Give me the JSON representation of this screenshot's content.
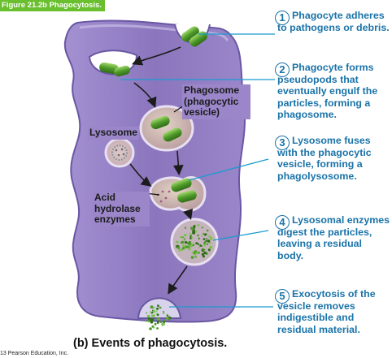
{
  "figure_label": "Figure 21.2b  Phagocytosis.",
  "steps": [
    {
      "num": "1",
      "text": "Phagocyte adheres to pathogens or debris."
    },
    {
      "num": "2",
      "text": "Phagocyte forms pseudopods that eventually engulf the particles, forming a phagosome."
    },
    {
      "num": "3",
      "text": "Lysosome fuses with the phagocytic vesicle, forming a phagolysosome."
    },
    {
      "num": "4",
      "text": "Lysosomal enzymes digest the particles, leaving a residual body."
    },
    {
      "num": "5",
      "text": "Exocytosis of the vesicle removes indigestible and residual material."
    }
  ],
  "labels": {
    "phagosome": "Phagosome (phagocytic vesicle)",
    "lysosome": "Lysosome",
    "acid_hydrolase": "Acid hydrolase enzymes"
  },
  "caption": "(b) Events of phagocytosis.",
  "copyright": "13 Pearson Education, Inc.",
  "colors": {
    "cell_fill": "#8f7bc0",
    "cell_edge": "#6a57a3",
    "callout_line": "#1a9bd0",
    "step_text": "#1a73a8",
    "bacteria": "#4f9a2a",
    "figure_tag": "#6abf2e"
  }
}
